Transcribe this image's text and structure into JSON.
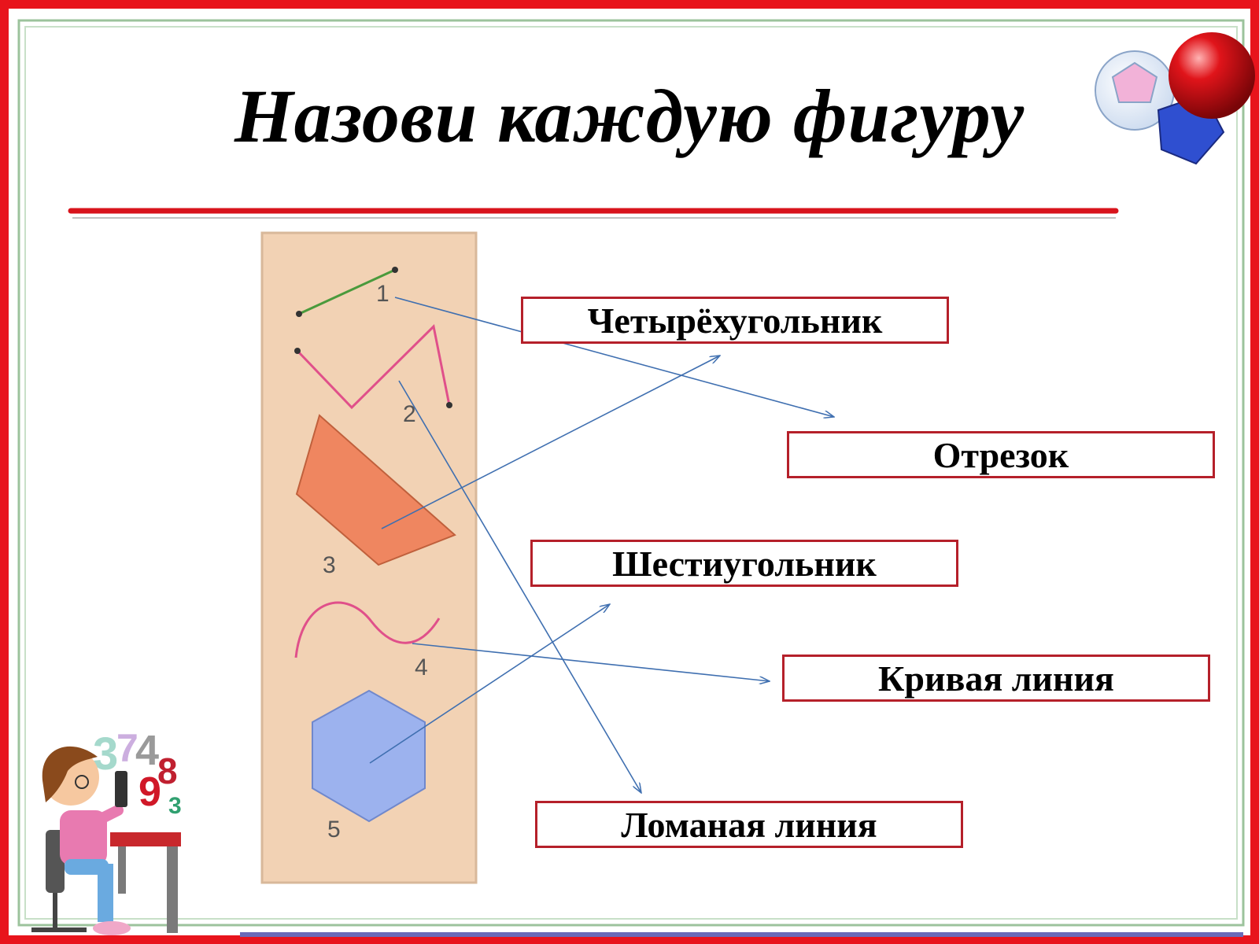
{
  "title": "Назови каждую фигуру",
  "figures": [
    {
      "number": "1",
      "shape": "segment"
    },
    {
      "number": "2",
      "shape": "polyline"
    },
    {
      "number": "3",
      "shape": "quadrilateral"
    },
    {
      "number": "4",
      "shape": "curve"
    },
    {
      "number": "5",
      "shape": "hexagon"
    }
  ],
  "labels": [
    {
      "id": "quadrilateral",
      "text": "Четырёхугольник"
    },
    {
      "id": "segment",
      "text": "Отрезок"
    },
    {
      "id": "hexagon",
      "text": "Шестиугольник"
    },
    {
      "id": "curve",
      "text": "Кривая линия"
    },
    {
      "id": "polyline",
      "text": "Ломаная линия"
    }
  ],
  "colors": {
    "frame_red": "#e8141c",
    "frame_green": "#9cc39c",
    "title_rule": "#d8141c",
    "box_border": "#b5202a",
    "card_bg": "#f2d2b4",
    "arrow": "#3f6fb0"
  },
  "decorations": {
    "top_right": "geometric-solids-icon",
    "bottom_left": "girl-with-numbers-icon"
  }
}
